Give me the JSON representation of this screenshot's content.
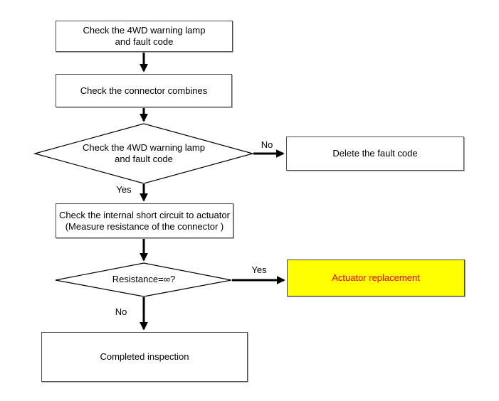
{
  "canvas": {
    "background": "#ffffff"
  },
  "colors": {
    "box_fill": "#ffffff",
    "box_border": "#4d4d4d",
    "line": "#000000",
    "highlight_fill": "#ffff00",
    "highlight_text": "#ff0000",
    "text": "#000000"
  },
  "nodes": {
    "check_lamp_top": {
      "text": "Check the 4WD warning lamp\nand fault code"
    },
    "check_connector": {
      "text": "Check the connector combines"
    },
    "decision_lamp": {
      "text": "Check the 4WD warning lamp\nand fault code"
    },
    "delete_fault": {
      "text": "Delete the fault code"
    },
    "check_short_circuit": {
      "text": "Check the internal short circuit to actuator\n(Measure resistance of the connector )"
    },
    "decision_resistance": {
      "text": "Resistance=∞?"
    },
    "actuator_replacement": {
      "text": "Actuator replacement"
    },
    "completed_inspection": {
      "text": "Completed inspection"
    }
  },
  "edge_labels": {
    "lamp_no": "No",
    "lamp_yes": "Yes",
    "resistance_yes": "Yes",
    "resistance_no": "No"
  }
}
